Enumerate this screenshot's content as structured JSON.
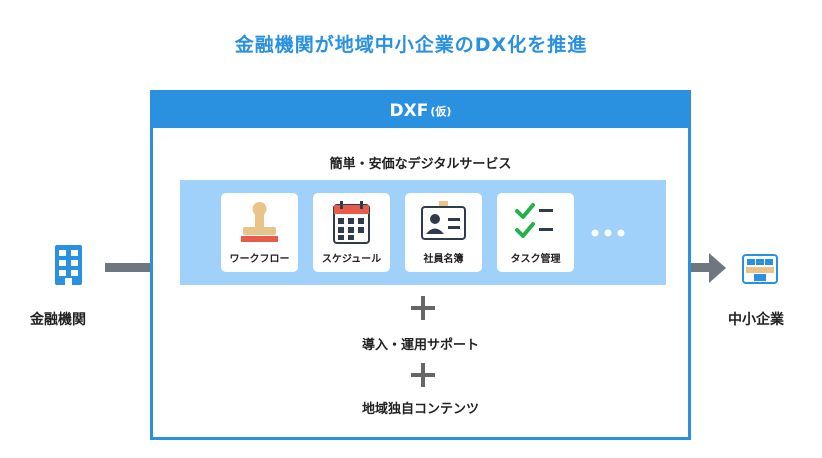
{
  "title": "金融機関が地域中小企業のDX化を推進",
  "main": {
    "header_main": "DXF",
    "header_sub": "(仮)",
    "services_label": "簡単・安価なデジタルサービス",
    "services": [
      {
        "label": "ワークフロー",
        "icon": "stamp-icon"
      },
      {
        "label": "スケジュール",
        "icon": "calendar-icon"
      },
      {
        "label": "社員名簿",
        "icon": "id-card-icon"
      },
      {
        "label": "タスク管理",
        "icon": "checklist-icon"
      }
    ],
    "more": "…",
    "support_label": "導入・運用サポート",
    "content_label": "地域独自コンテンツ"
  },
  "left": {
    "label": "金融機関",
    "icon": "building-icon"
  },
  "right": {
    "label": "中小企業",
    "icon": "shop-icon"
  },
  "colors": {
    "accent": "#2a90e0",
    "band": "#9fd1fb",
    "connector": "#6e7780"
  }
}
